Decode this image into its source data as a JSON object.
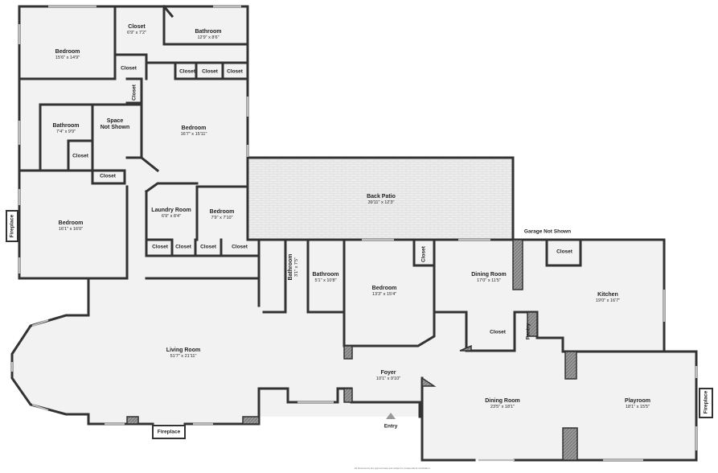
{
  "rooms": [
    {
      "id": "bedroom-nw",
      "name": "Bedroom",
      "dims": "15'6\" x 14'9\""
    },
    {
      "id": "closet-top",
      "name": "Closet",
      "dims": "6'9\" x 7'2\""
    },
    {
      "id": "bathroom-top",
      "name": "Bathroom",
      "dims": "12'9\" x 8'6\""
    },
    {
      "id": "bathroom-left",
      "name": "Bathroom",
      "dims": "7'4\" x 9'9\""
    },
    {
      "id": "space-not-shown",
      "name": "Space\nNot Shown",
      "dims": ""
    },
    {
      "id": "bedroom-center",
      "name": "Bedroom",
      "dims": "16'7\" x 15'11\""
    },
    {
      "id": "bedroom-west",
      "name": "Bedroom",
      "dims": "16'1\" x 16'0\""
    },
    {
      "id": "laundry",
      "name": "Laundry Room",
      "dims": "6'9\" x 8'4\""
    },
    {
      "id": "bedroom-small",
      "name": "Bedroom",
      "dims": "7'9\" x 7'10\""
    },
    {
      "id": "back-patio",
      "name": "Back Patio",
      "dims": "39'11\" x 12'3\""
    },
    {
      "id": "bathroom-mid",
      "name": "Bathroom",
      "dims": "5'1\" x 10'8\""
    },
    {
      "id": "bedroom-mid",
      "name": "Bedroom",
      "dims": "13'3\" x 15'4\""
    },
    {
      "id": "dining-room-upper",
      "name": "Dining Room",
      "dims": "17'0\" x 11'5\""
    },
    {
      "id": "kitchen",
      "name": "Kitchen",
      "dims": "19'0\" x 16'7\""
    },
    {
      "id": "living-room",
      "name": "Living Room",
      "dims": "51'7\" x 21'11\""
    },
    {
      "id": "foyer",
      "name": "Foyer",
      "dims": "10'1\" x 9'10\""
    },
    {
      "id": "dining-room-lower",
      "name": "Dining Room",
      "dims": "23'5\" x 18'1\""
    },
    {
      "id": "playroom",
      "name": "Playroom",
      "dims": "18'1\" x 15'5\""
    }
  ],
  "vertical_rooms": [
    {
      "id": "bathroom-narrow",
      "name": "Bathroom",
      "dims": "3'1\" x 7'5\""
    }
  ],
  "tags": [
    {
      "id": "closet-1",
      "text": "Closet"
    },
    {
      "id": "closet-2",
      "text": "Closet"
    },
    {
      "id": "closet-3",
      "text": "Closet"
    },
    {
      "id": "closet-4",
      "text": "Closet"
    },
    {
      "id": "closet-5",
      "text": "Closet"
    },
    {
      "id": "closet-6",
      "text": "Closet"
    },
    {
      "id": "closet-7",
      "text": "Closet"
    },
    {
      "id": "closet-8",
      "text": "Closet"
    },
    {
      "id": "closet-9",
      "text": "Closet"
    },
    {
      "id": "closet-10",
      "text": "Closet"
    },
    {
      "id": "closet-11",
      "text": "Closet"
    },
    {
      "id": "closet-12",
      "text": "Closet"
    },
    {
      "id": "closet-13",
      "text": "Closet"
    },
    {
      "id": "closet-14",
      "text": "Closet"
    },
    {
      "id": "closet-15",
      "text": "Closet"
    },
    {
      "id": "pantry",
      "text": "Pantry"
    },
    {
      "id": "garage-not-shown",
      "text": "Garage Not Shown"
    },
    {
      "id": "entry",
      "text": "Entry"
    },
    {
      "id": "fireplace-bottom",
      "text": "Fireplace"
    },
    {
      "id": "fireplace-left",
      "text": "Fireplace"
    },
    {
      "id": "fireplace-right",
      "text": "Fireplace"
    }
  ],
  "footnote": "All dimensions are approximate and subject to independent verification.",
  "colors": {
    "wall": "#333333",
    "floor": "#f2f2f2",
    "patio": "#ececec",
    "window": "#bcbcbc",
    "fixture": "#8a8a8a"
  }
}
